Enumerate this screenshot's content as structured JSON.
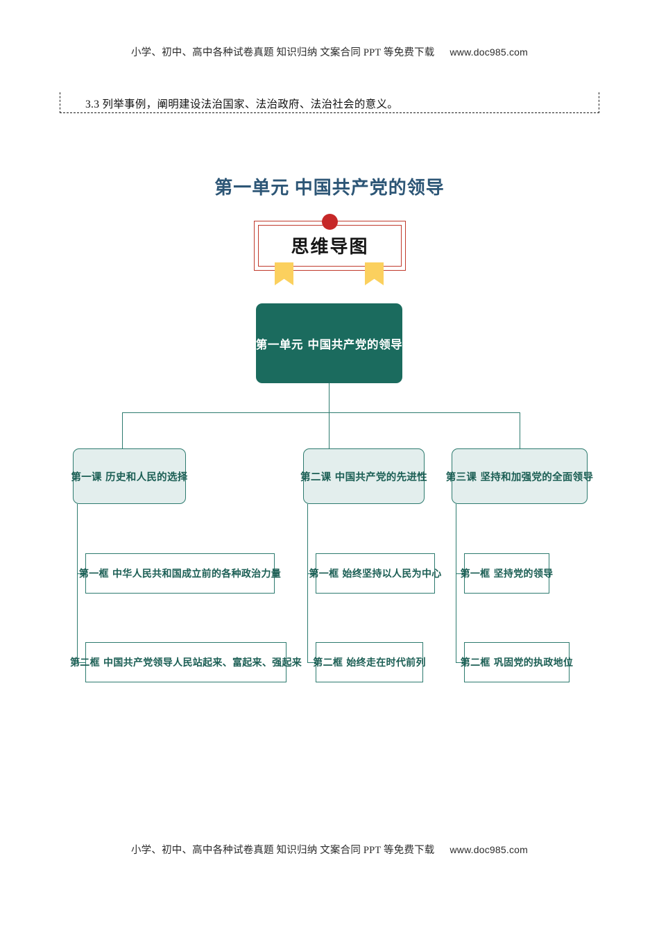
{
  "watermark": {
    "text": "小学、初中、高中各种试卷真题 知识归纳 文案合同 PPT 等免费下载",
    "url": "www.doc985.com"
  },
  "standard": {
    "text": "3.3 列举事例，阐明建设法治国家、法治政府、法治社会的意义。"
  },
  "unit_title": "第一单元  中国共产党的领导",
  "banner": {
    "label": "思维导图"
  },
  "mindmap": {
    "root": "第一单元   中国共产党的领导",
    "branches": [
      {
        "title": "第一课  历史和人民的选择",
        "leaves": [
          "第一框 中华人民共和国成立前的各种政治力量",
          "第二框 中国共产党领导人民站起来、富起来、强起来"
        ]
      },
      {
        "title": "第二课  中国共产党的先进性",
        "leaves": [
          "第一框 始终坚持以人民为中心",
          "第二框 始终走在时代前列"
        ]
      },
      {
        "title": "第三课 坚持和加强党的全面领导",
        "leaves": [
          "第一框 坚持党的领导",
          "第二框 巩固党的执政地位"
        ]
      }
    ]
  },
  "colors": {
    "root_fill": "#1b6b5e",
    "course_fill": "#e3eeed",
    "line": "#2c7a6e",
    "title": "#2d5676",
    "banner_red": "#c0392b",
    "ribbon_yellow": "#fbd05e"
  }
}
